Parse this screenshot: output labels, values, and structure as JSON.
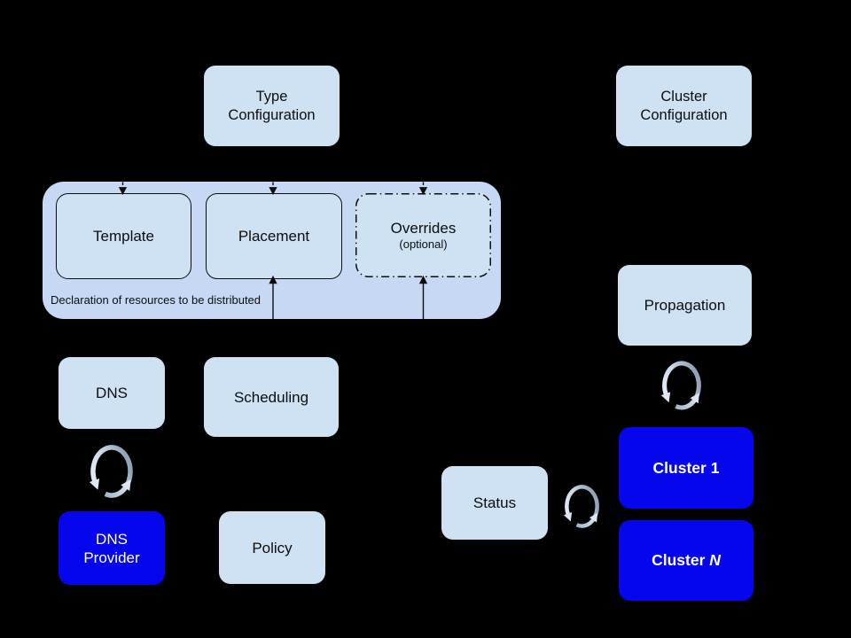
{
  "colors": {
    "background": "#000000",
    "container_fill": "#c7d8f5",
    "node_fill": "#cfe2f3",
    "accent_blue": "#0606ee",
    "node_text": "#0d0d0d",
    "inverse_text": "#ffffff",
    "connector": "#0d0d0d",
    "sync_light": "#dde7f3",
    "sync_gray": "#90a4ba"
  },
  "diagram": {
    "type_configuration": {
      "lines": [
        "Type",
        "Configuration"
      ]
    },
    "cluster_configuration": {
      "lines": [
        "Cluster",
        "Configuration"
      ]
    },
    "resource_group": {
      "caption": "Declaration of resources to be distributed",
      "template": {
        "label": "Template"
      },
      "placement": {
        "label": "Placement"
      },
      "overrides": {
        "label": "Overrides",
        "note": "(optional)"
      }
    },
    "dns": {
      "label": "DNS"
    },
    "scheduling": {
      "label": "Scheduling"
    },
    "dns_provider": {
      "lines": [
        "DNS",
        "Provider"
      ]
    },
    "policy": {
      "label": "Policy"
    },
    "propagation": {
      "label": "Propagation"
    },
    "status": {
      "label": "Status"
    },
    "cluster_1": {
      "prefix": "Cluster",
      "suffix": "1"
    },
    "cluster_n": {
      "prefix": "Cluster",
      "suffix": "N"
    }
  },
  "icons": {
    "sync": "circular-sync-arrows"
  }
}
